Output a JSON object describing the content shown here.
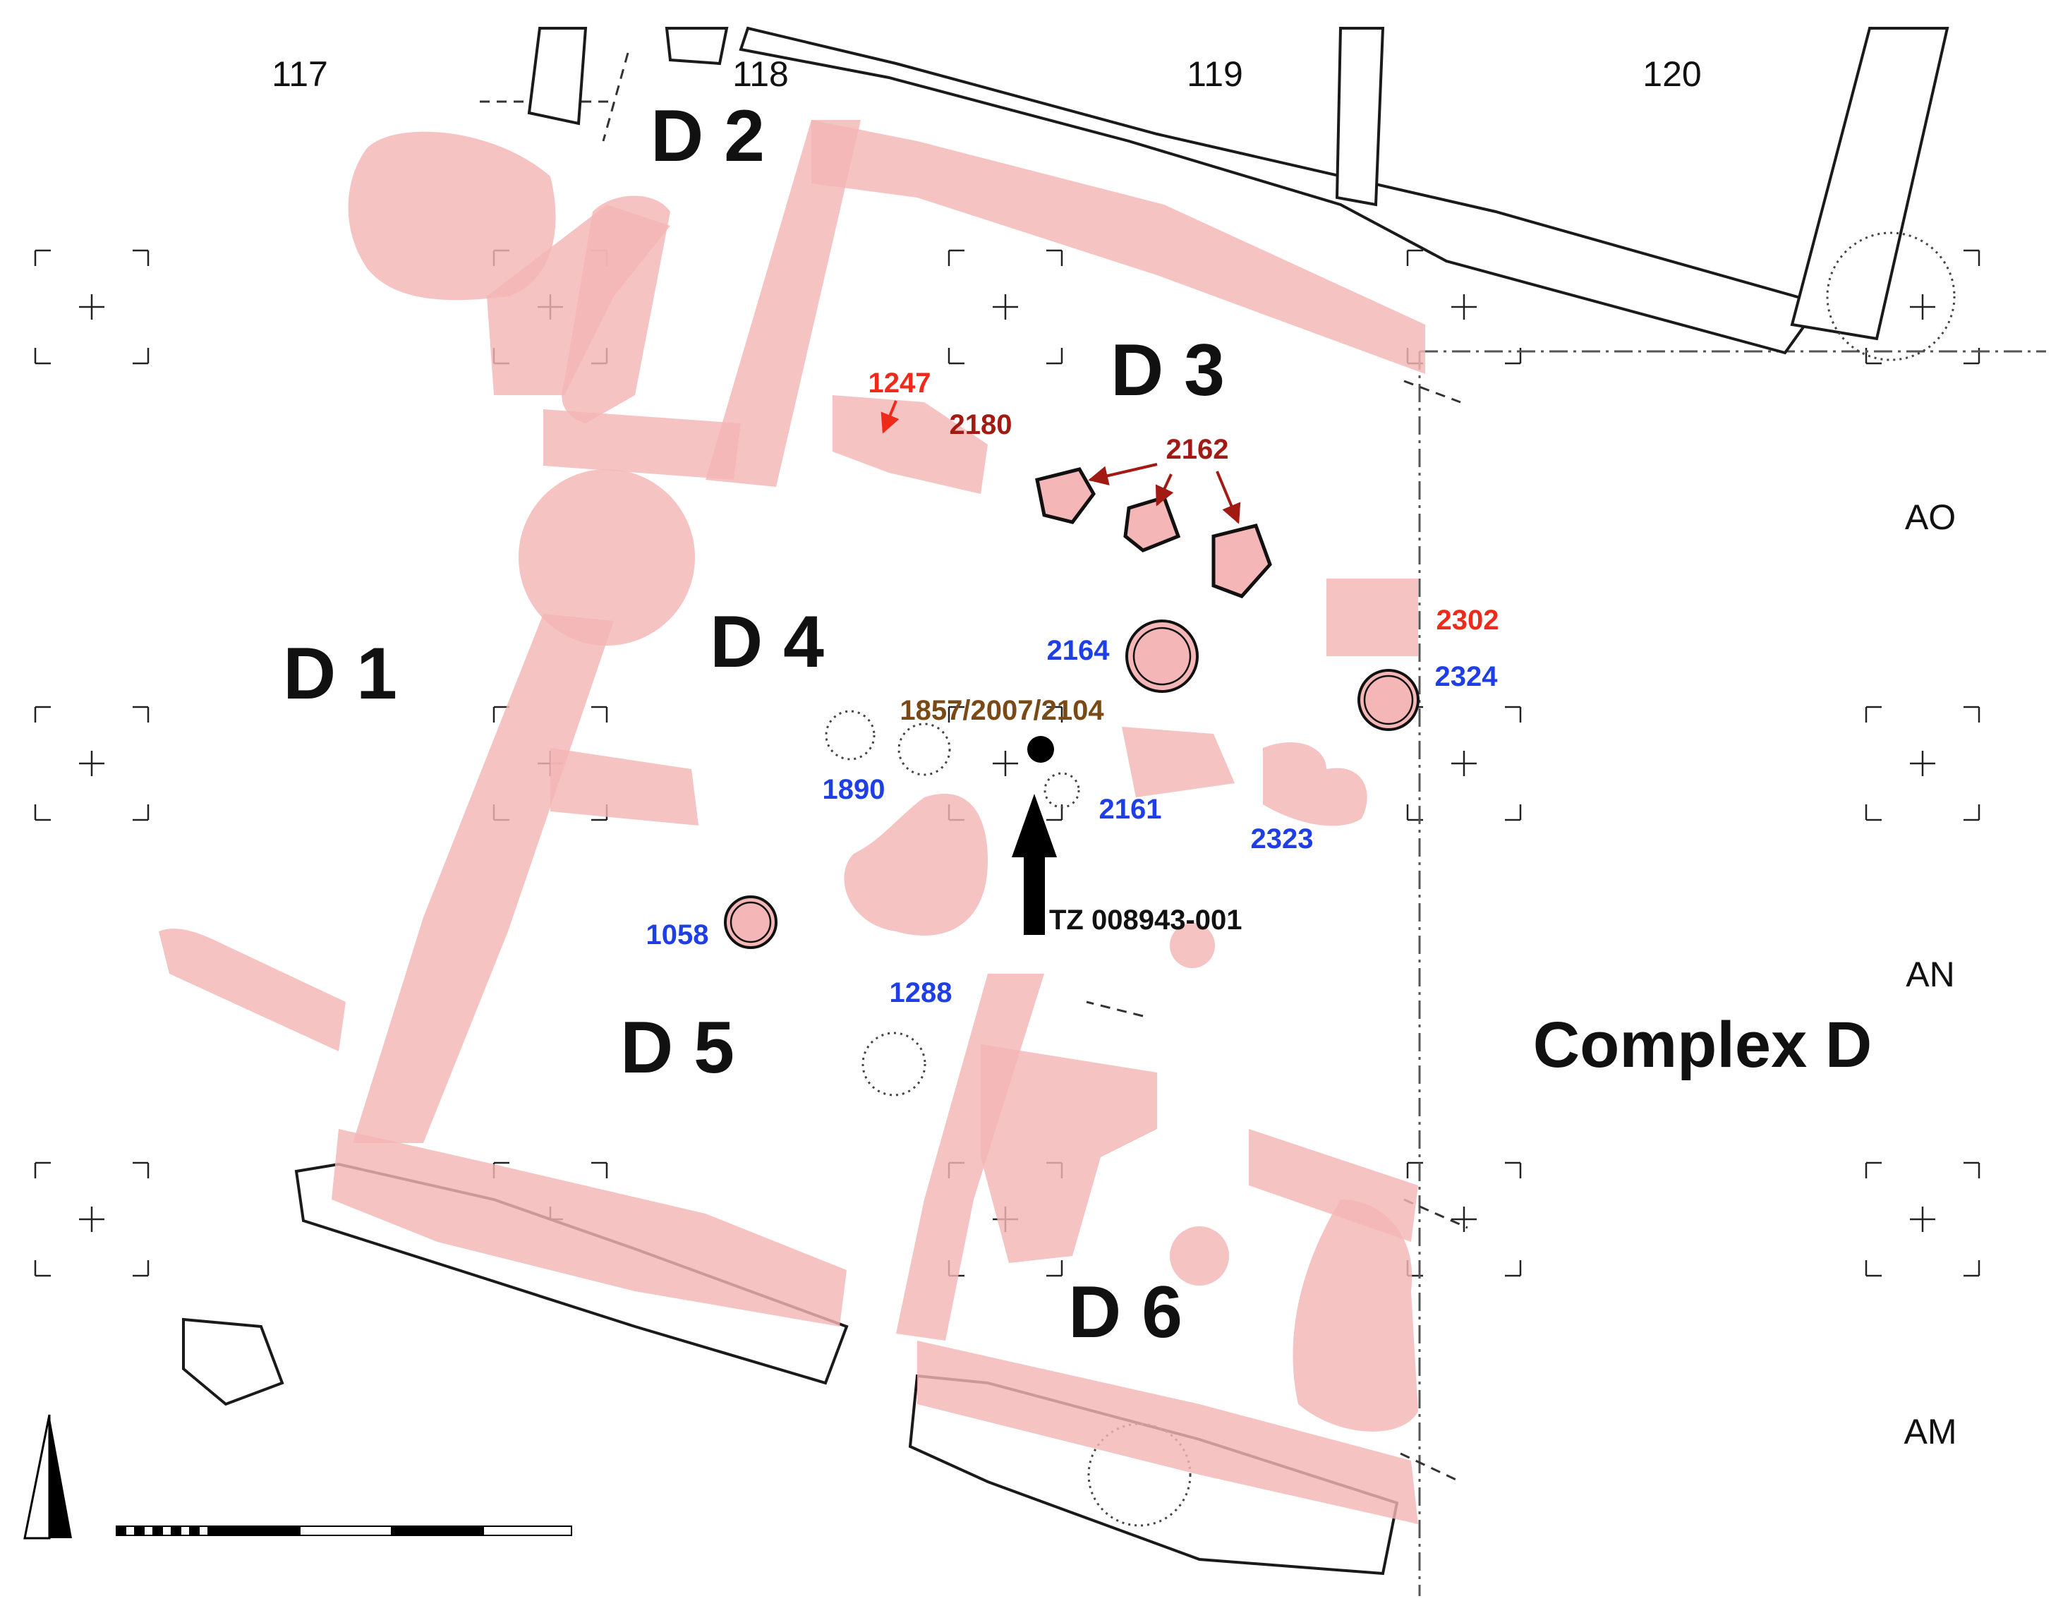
{
  "grid_columns": [
    "117",
    "118",
    "119",
    "120"
  ],
  "grid_rows": [
    "AO",
    "AN",
    "AM"
  ],
  "rooms": [
    "D 1",
    "D 2",
    "D 3",
    "D 4",
    "D 5",
    "D 6"
  ],
  "complex_label": "Complex D",
  "features": {
    "f1247": {
      "label": "1247",
      "color": "#ee2a1b"
    },
    "f2180": {
      "label": "2180",
      "color": "#a11a14"
    },
    "f2162": {
      "label": "2162",
      "color": "#a11a14"
    },
    "f2302": {
      "label": "2302",
      "color": "#ee2a1b"
    },
    "f2164": {
      "label": "2164",
      "color": "#1f3fe6"
    },
    "f2324": {
      "label": "2324",
      "color": "#1f3fe6"
    },
    "f1857": {
      "label": "1857/2007/2104",
      "color": "#7a4a16"
    },
    "f1890": {
      "label": "1890",
      "color": "#1f3fe6"
    },
    "f2161": {
      "label": "2161",
      "color": "#1f3fe6"
    },
    "f2323": {
      "label": "2323",
      "color": "#1f3fe6"
    },
    "f1058": {
      "label": "1058",
      "color": "#1f3fe6"
    },
    "f1288": {
      "label": "1288",
      "color": "#1f3fe6"
    }
  },
  "find_label": "TZ 008943-001",
  "colors": {
    "wall_highlight": "#f4b6b6",
    "red_features": "#ee2a1b",
    "dark_red_features": "#a11a14",
    "blue_features": "#1f3fe6",
    "brown_features": "#7a4a16"
  },
  "icons": [
    "north-arrow-icon",
    "scale-bar-icon",
    "find-spot-arrow-icon"
  ]
}
